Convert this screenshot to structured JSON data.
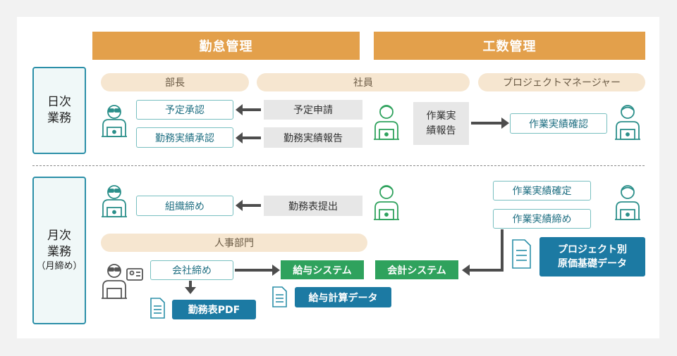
{
  "headers": {
    "kintai": "勤怠管理",
    "kousu": "工数管理"
  },
  "sidebar": {
    "daily": "日次\n業務",
    "monthly_main": "月次\n業務",
    "monthly_sub": "（月締め）"
  },
  "roles": {
    "manager": "部長",
    "staff": "社員",
    "pm": "プロジェクトマネージャー",
    "hr": "人事部門"
  },
  "daily": {
    "approve_schedule": "予定承認",
    "approve_attendance": "勤務実績承認",
    "request_schedule": "予定申請",
    "report_attendance": "勤務実績報告",
    "work_report": "作業実\n績報告",
    "confirm_work": "作業実績確認"
  },
  "monthly": {
    "close_org": "組織締め",
    "submit_timesheet": "勤務表提出",
    "finalize_work": "作業実績確定",
    "close_work": "作業実績締め",
    "company_close": "会社締め",
    "payroll_system": "給与システム",
    "accounting_system": "会計システム",
    "payroll_data": "給与計算データ",
    "timesheet_pdf": "勤務表PDF",
    "project_cost": "プロジェクト別\n原価基礎データ"
  },
  "colors": {
    "header_orange": "#e3a04b",
    "pill_beige": "#f6e6d0",
    "teal_outline": "#78bfc0",
    "icon_teal": "#2b8f8a",
    "icon_green": "#2fa25d",
    "system_green": "#2fa25d",
    "doc_blue": "#1c7aa3",
    "arrow_gray": "#4d4d4d"
  },
  "icons": {
    "manager": "manager-with-glasses-at-laptop-icon",
    "staff": "staff-at-laptop-icon",
    "pm": "project-manager-at-laptop-icon",
    "hr": "hr-person-with-id-card-icon",
    "document": "document-icon"
  }
}
